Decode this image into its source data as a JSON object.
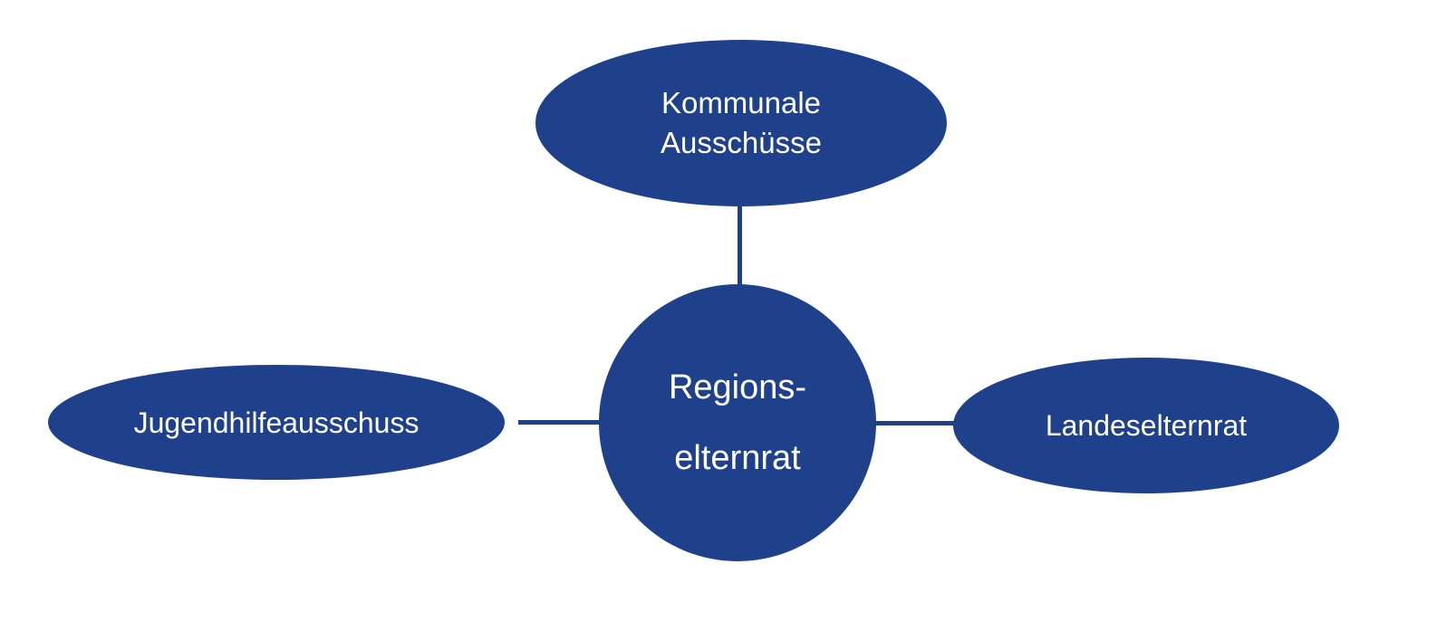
{
  "diagram": {
    "type": "radial",
    "background_color": "#ffffff",
    "shape_fill_color": "#1f418c",
    "connector_color": "#1f418c",
    "text_color": "#ffffff",
    "center_node": {
      "id": "regionselternrat",
      "lines": [
        "Regions-",
        "elternrat"
      ]
    },
    "top_node": {
      "id": "kommunale-ausschuesse",
      "lines": [
        "Kommunale",
        "Ausschüsse"
      ]
    },
    "left_node": {
      "id": "jugendhilfeausschuss",
      "label": "Jugendhilfeausschuss"
    },
    "right_node": {
      "id": "landeselternrat",
      "label": "Landeselternrat"
    },
    "connections": [
      "Kommunale Ausschüsse — Regionselternrat",
      "Jugendhilfeausschuss — Regionselternrat",
      "Landeselternrat — Regionselternrat"
    ]
  }
}
